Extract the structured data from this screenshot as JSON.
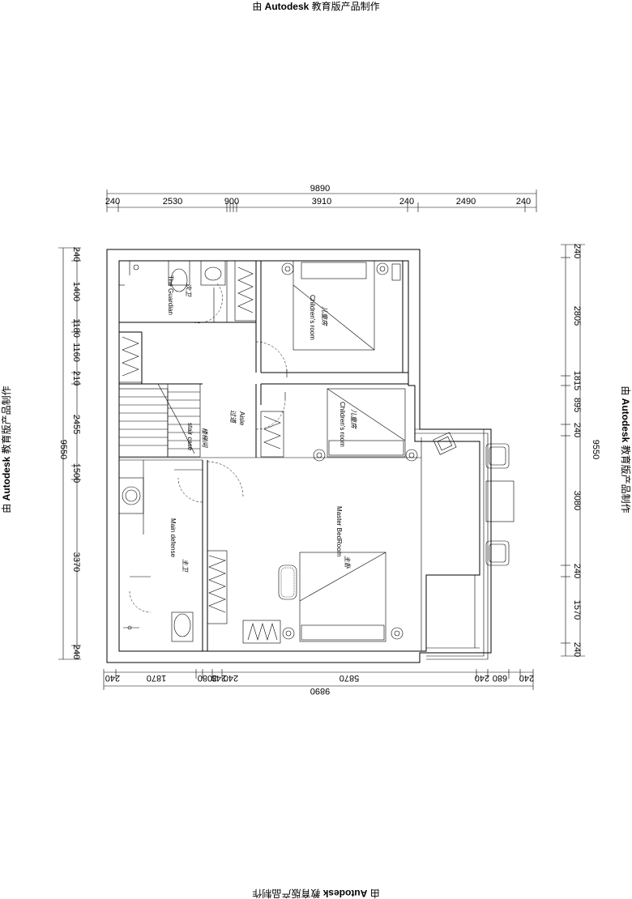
{
  "watermark": "由 Autodesk 教育版产品制作",
  "watermark_parts": {
    "prefix": "由 ",
    "brand": "Autodesk",
    "suffix": " 教育版产品制作"
  },
  "dimensions": {
    "top_total": "9890",
    "top": [
      "240",
      "2530",
      "900",
      "3910",
      "240",
      "2490",
      "240"
    ],
    "bottom_total": "9890",
    "bottom": [
      "240",
      "1870",
      "240",
      "3080",
      "240",
      "5870",
      "240",
      "680",
      "240"
    ],
    "left_total": "9550",
    "left": [
      "240",
      "1400",
      "1180",
      "1160",
      "210",
      "2455",
      "1500",
      "3370",
      "240"
    ],
    "right_total": "9550",
    "right": [
      "240",
      "2805",
      "1815",
      "895",
      "240",
      "3080",
      "240",
      "1570",
      "240"
    ]
  },
  "rooms": {
    "guardian": {
      "en": "The Guardian",
      "cn": "次卫"
    },
    "children1": {
      "en": "Children's room",
      "cn": "儿童房"
    },
    "children2": {
      "en": "Children's room",
      "cn": "儿童房"
    },
    "aisle": {
      "en": "Aisle",
      "cn": "过道"
    },
    "stair": {
      "en": "stair case",
      "cn": "楼梯间"
    },
    "main_defense": {
      "en": "Main defense",
      "cn": "主卫"
    },
    "master": {
      "en": "Master BedRoom",
      "cn": "主卧"
    }
  }
}
